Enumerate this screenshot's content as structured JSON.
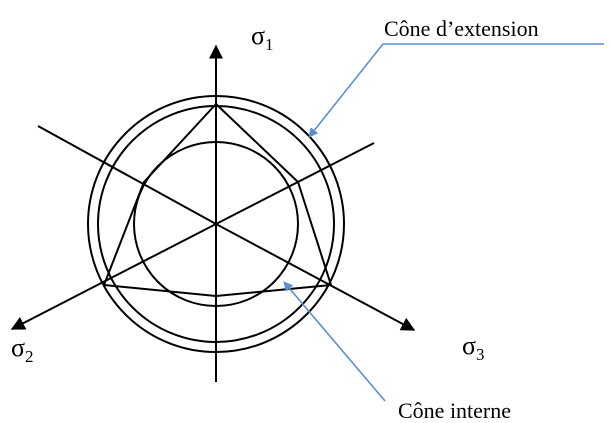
{
  "diagram": {
    "axes": [
      {
        "id": "sigma1",
        "symbol": "σ",
        "subscript": "1"
      },
      {
        "id": "sigma2",
        "symbol": "σ",
        "subscript": "2"
      },
      {
        "id": "sigma3",
        "symbol": "σ",
        "subscript": "3"
      }
    ],
    "callouts": {
      "extension": "Cône d’extension",
      "interne": "Cône interne"
    },
    "colors": {
      "stroke": "#000000",
      "leader": "#5b8ed1",
      "background": "#ffffff"
    }
  }
}
